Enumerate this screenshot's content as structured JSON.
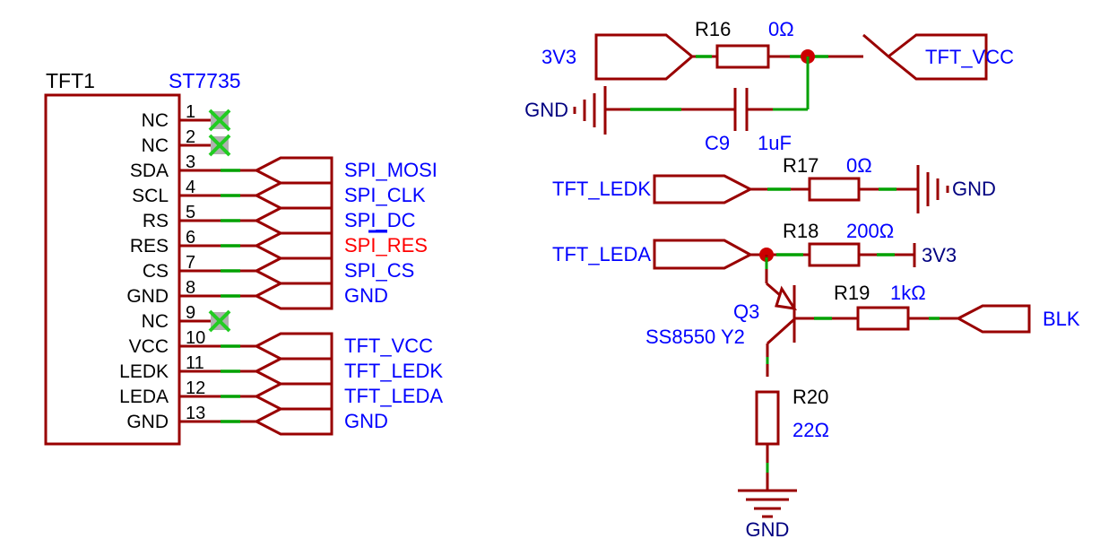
{
  "sheet": {
    "background": "#ffffff",
    "wire_color": "#990000",
    "label_color": "#0000ff",
    "junction_color": "#cc0000",
    "highlight_color": "#00a000",
    "alert_color": "#ff0000"
  },
  "connector": {
    "ref": "TFT1",
    "part": "ST7735",
    "pins": [
      {
        "number": "1",
        "name": "NC",
        "net": "",
        "nc": true
      },
      {
        "number": "2",
        "name": "NC",
        "net": "",
        "nc": true
      },
      {
        "number": "3",
        "name": "SDA",
        "net": "SPI_MOSI",
        "nc": false
      },
      {
        "number": "4",
        "name": "SCL",
        "net": "SPI_CLK",
        "nc": false
      },
      {
        "number": "5",
        "name": "RS",
        "net": "SPI_DC",
        "nc": false
      },
      {
        "number": "6",
        "name": "RES",
        "net": "SPI_RES",
        "nc": false
      },
      {
        "number": "7",
        "name": "CS",
        "net": "SPI_CS",
        "nc": false
      },
      {
        "number": "8",
        "name": "GND",
        "net": "GND",
        "nc": false
      },
      {
        "number": "9",
        "name": "NC",
        "net": "",
        "nc": true
      },
      {
        "number": "10",
        "name": "VCC",
        "net": "TFT_VCC",
        "nc": false
      },
      {
        "number": "11",
        "name": "LEDK",
        "net": "TFT_LEDK",
        "nc": false
      },
      {
        "number": "12",
        "name": "LEDA",
        "net": "TFT_LEDA",
        "nc": false
      },
      {
        "number": "13",
        "name": "GND",
        "net": "GND",
        "nc": false
      }
    ]
  },
  "power_net": {
    "vcc_rail_in": "3V3",
    "vcc_rail_out": "TFT_VCC",
    "gnd_left": "GND",
    "r16_ref": "R16",
    "r16_value": "0Ω",
    "c9_ref": "C9",
    "c9_value": "1uF"
  },
  "ledk_net": {
    "flag": "TFT_LEDK",
    "r17_ref": "R17",
    "r17_value": "0Ω",
    "gnd": "GND"
  },
  "leda_net": {
    "flag": "TFT_LEDA",
    "r18_ref": "R18",
    "r18_value": "200Ω",
    "rail": "3V3"
  },
  "driver": {
    "q3_ref": "Q3",
    "q3_part": "SS8550 Y2",
    "r19_ref": "R19",
    "r19_value": "1kΩ",
    "r20_ref": "R20",
    "r20_value": "22Ω",
    "blk_flag": "BLK",
    "gnd": "GND"
  }
}
